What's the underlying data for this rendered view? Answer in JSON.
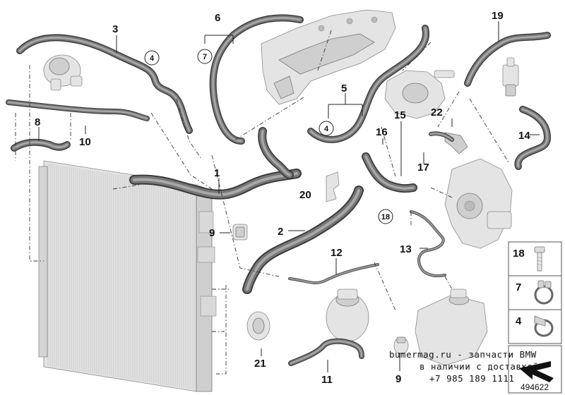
{
  "callouts": {
    "c1": "1",
    "c2": "2",
    "c3": "3",
    "c5": "5",
    "c6": "6",
    "c8": "8",
    "c9a": "9",
    "c9b": "9",
    "c10": "10",
    "c11": "11",
    "c12": "12",
    "c13": "13",
    "c14": "14",
    "c15": "15",
    "c16": "16",
    "c17": "17",
    "c19": "19",
    "c20": "20",
    "c21": "21",
    "c22": "22"
  },
  "circled": {
    "ca": "4",
    "cb": "7",
    "cc": "4",
    "cd": "18"
  },
  "legend": [
    {
      "num": "18",
      "icon": "bolt-icon"
    },
    {
      "num": "7",
      "icon": "spring-clamp-icon"
    },
    {
      "num": "4",
      "icon": "hose-clip-icon"
    }
  ],
  "watermark": {
    "line1": "bumermag.ru - запчасти BMW",
    "line2": "в наличии с доставкой",
    "line3": "+7 985 189 1111"
  },
  "diagram_id": "494622",
  "colors": {
    "hose": "#3a3a3a",
    "part_fill": "#e4e4e4",
    "line": "#222222"
  }
}
